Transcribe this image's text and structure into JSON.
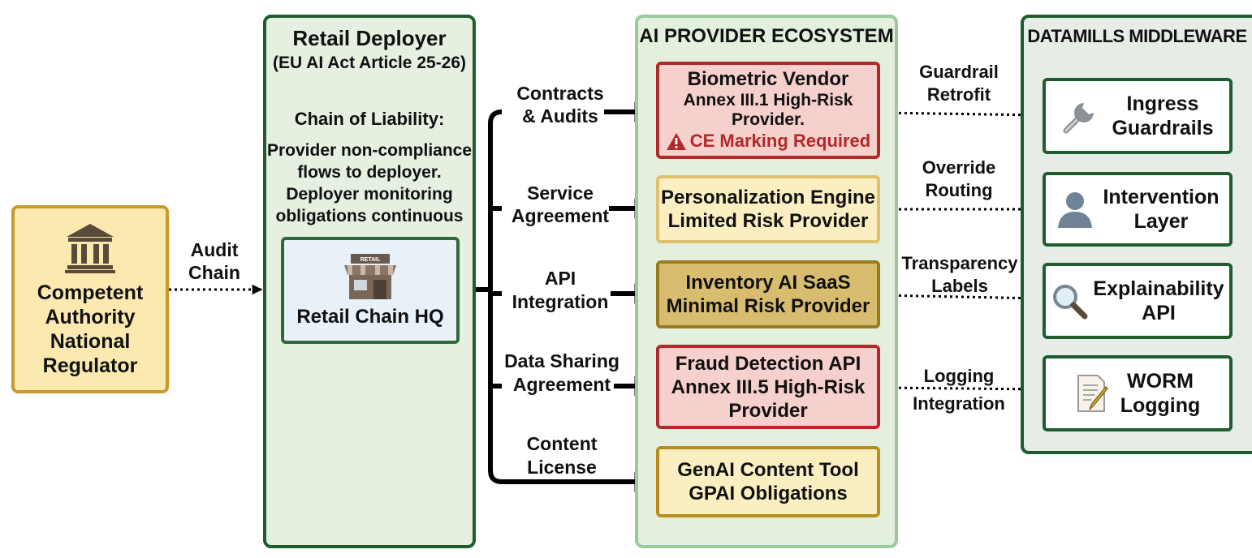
{
  "regulator": {
    "lines": [
      "Competent",
      "Authority",
      "National",
      "Regulator"
    ],
    "icon": "government-building-icon"
  },
  "audit_chain": {
    "lines": [
      "Audit",
      "Chain"
    ]
  },
  "deployer": {
    "title": "Retail Deployer",
    "subtitle": "(EU AI Act Article 25-26)",
    "liability_heading": "Chain of Liability:",
    "liability_lines": [
      "Provider non-compliance",
      "flows to deployer.",
      "Deployer monitoring",
      "obligations continuous"
    ],
    "hq": {
      "sign": "RETAIL",
      "label": "Retail Chain HQ",
      "icon": "storefront-icon"
    }
  },
  "agreements": [
    {
      "lines": [
        "Contracts",
        "& Audits"
      ]
    },
    {
      "lines": [
        "Service",
        "Agreement"
      ]
    },
    {
      "lines": [
        "API",
        "Integration"
      ]
    },
    {
      "lines": [
        "Data Sharing",
        "Agreement"
      ]
    },
    {
      "lines": [
        "Content",
        "License"
      ]
    }
  ],
  "ecosystem": {
    "title": "AI PROVIDER ECOSYSTEM",
    "providers": [
      {
        "lines": [
          "Biometric Vendor",
          "Annex III.1 High-Risk",
          "Provider."
        ],
        "warning": "CE Marking Required",
        "warning_icon": "warning-triangle-icon",
        "fill": "#f6d0cc",
        "border": "#b02a2a"
      },
      {
        "lines": [
          "Personalization Engine",
          "Limited Risk Provider"
        ],
        "fill": "#fbefc2",
        "border": "#dfc06e"
      },
      {
        "lines": [
          "Inventory AI SaaS",
          "Minimal Risk Provider"
        ],
        "fill": "#d8bd70",
        "border": "#9a7a1f"
      },
      {
        "lines": [
          "Fraud Detection API",
          "Annex III.5 High-Risk",
          "Provider"
        ],
        "fill": "#f6d0cc",
        "border": "#b02a2a"
      },
      {
        "lines": [
          "GenAI Content Tool",
          "GPAI Obligations"
        ],
        "fill": "#fbefc2",
        "border": "#b98d1d"
      }
    ]
  },
  "links": [
    {
      "lines": [
        "Guardrail",
        "Retrofit"
      ]
    },
    {
      "lines": [
        "Override",
        "Routing"
      ]
    },
    {
      "lines": [
        "Transparency",
        "Labels"
      ]
    },
    {
      "lines": [
        "Logging",
        "Integration"
      ]
    }
  ],
  "middleware": {
    "title": "DATAMILLS MIDDLEWARE",
    "modules": [
      {
        "lines": [
          "Ingress",
          "Guardrails"
        ],
        "icon": "wrench-icon"
      },
      {
        "lines": [
          "Intervention",
          "Layer"
        ],
        "icon": "user-silhouette-icon"
      },
      {
        "lines": [
          "Explainability",
          "API"
        ],
        "icon": "magnifier-icon"
      },
      {
        "lines": [
          "WORM",
          "Logging"
        ],
        "icon": "memo-pencil-icon"
      }
    ]
  },
  "colors": {
    "panel_border": "#1f5c2e",
    "panel_fill": "#e6f0e1",
    "regulator_fill": "#fbe9b0",
    "regulator_border": "#c99a2b",
    "warning_red": "#b02a2a"
  }
}
